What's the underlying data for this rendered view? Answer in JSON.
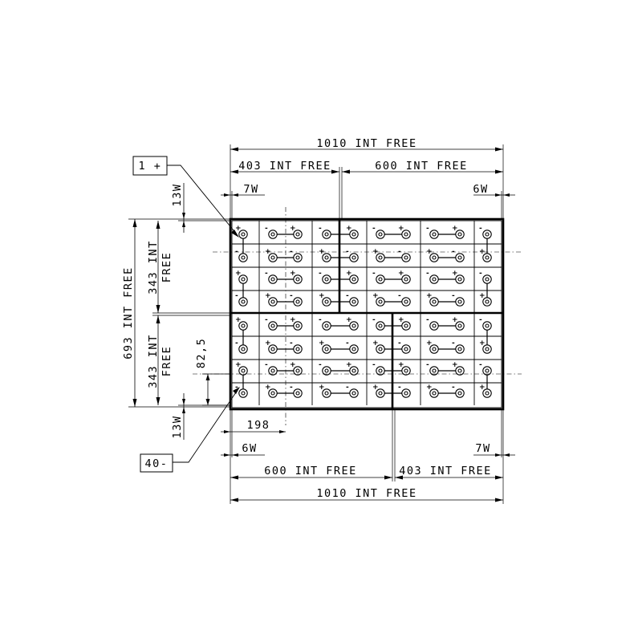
{
  "dimensions": {
    "top_overall": "1010 INT FREE",
    "top_left": "403 INT FREE",
    "top_right": "600 INT FREE",
    "top_left_wall": "7W",
    "top_right_wall": "6W",
    "left_overall": "693 INT FREE",
    "left_upper": "343 INT\nFREE",
    "left_lower": "343 INT\nFREE",
    "left_top_wall": "13W",
    "left_bottom_wall": "13W",
    "cell_pitch": "82,5",
    "cell_width": "198",
    "bottom_left_wall": "6W",
    "bottom_right_wall": "7W",
    "bottom_left": "600 INT FREE",
    "bottom_right": "403 INT FREE",
    "bottom_overall": "1010 INT FREE"
  },
  "callouts": {
    "positive": "1 +",
    "negative": "40-"
  },
  "polarity_marks": {
    "plus": "+",
    "minus": "-"
  }
}
